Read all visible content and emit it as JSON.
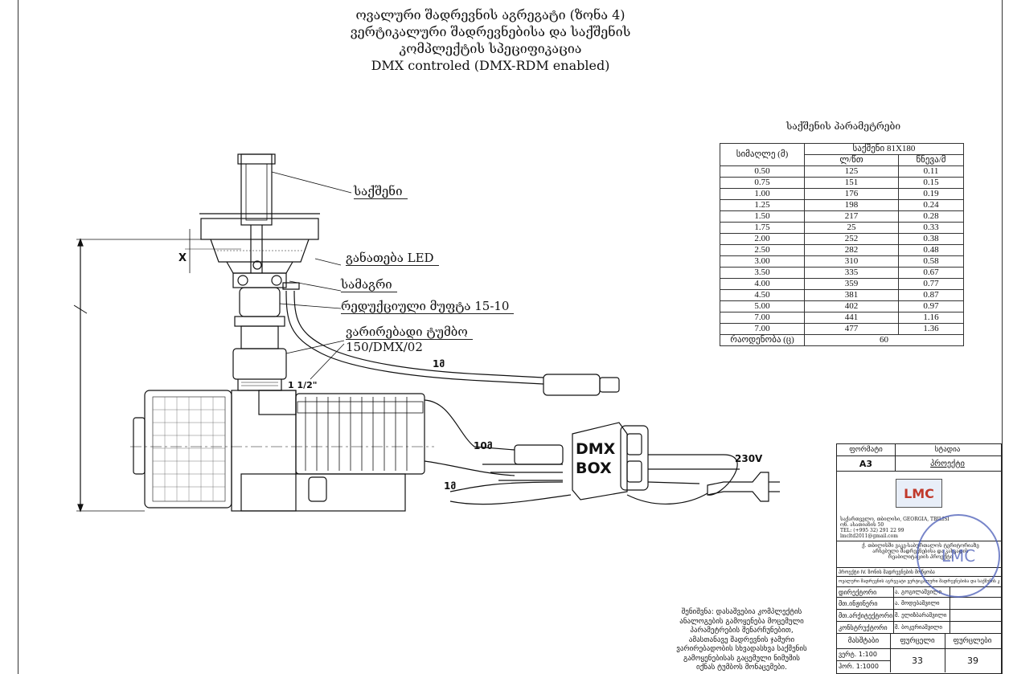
{
  "title_lines": [
    "ოვალური შადრევნის აგრეგატი (ზონა 4)",
    "ვერტიკალური შადრევნებისა და საქშენის",
    "კომპლექტის სპეციფიკაცია",
    "DMX controled (DMX-RDM enabled)"
  ],
  "labels": {
    "nozzle": "საქშენი",
    "led": "განათება LED",
    "bracket": "სამაგრი",
    "reducer": "რედუქციული მუფტა 15-10",
    "pump_line1": "ვარირებადი ტუმბო",
    "pump_line2": "150/DMX/02",
    "x_mark": "X",
    "inch": "1 1/2\"",
    "cable_1m_top": "1მ",
    "cable_10m": "10მ",
    "cable_1m_bottom": "1მ",
    "dmx_box_line1": "DMX",
    "dmx_box_line2": "BOX",
    "voltage": "230V"
  },
  "table": {
    "title": "საქშენის პარამეტრები",
    "col_height": "სიმაღლე (მ)",
    "col_group": "საქშენი 81X180",
    "col_flow": "ლ/წთ",
    "col_pressure": "წნევა/მ",
    "rows": [
      [
        "0.50",
        "125",
        "0.11"
      ],
      [
        "0.75",
        "151",
        "0.15"
      ],
      [
        "1.00",
        "176",
        "0.19"
      ],
      [
        "1.25",
        "198",
        "0.24"
      ],
      [
        "1.50",
        "217",
        "0.28"
      ],
      [
        "1.75",
        "25",
        "0.33"
      ],
      [
        "2.00",
        "252",
        "0.38"
      ],
      [
        "2.50",
        "282",
        "0.48"
      ],
      [
        "3.00",
        "310",
        "0.58"
      ],
      [
        "3.50",
        "335",
        "0.67"
      ],
      [
        "4.00",
        "359",
        "0.77"
      ],
      [
        "4.50",
        "381",
        "0.87"
      ],
      [
        "5.00",
        "402",
        "0.97"
      ],
      [
        "7.00",
        "441",
        "1.16"
      ],
      [
        "7.00",
        "477",
        "1.36"
      ]
    ],
    "qty_label": "რაოდენობა (ც)",
    "qty_value": "60"
  },
  "note_lines": [
    "შენიშვნა: დასაშვებია კომპლექტის",
    "ანალოგების გამოყენება მოცემული",
    "პარამეტრების შენარჩუნებით,",
    "ამასთანავე შადრევნის ჯამური",
    "ვარირებადობის სხვადასხვა საქშენის",
    "გამოყენებისას გაცემული ნიმუშის",
    "იქნას ტუმბოს მონაცემები."
  ],
  "title_block": {
    "format_label": "ფორმატი",
    "stage_label": "სტადია",
    "format_value": "A3",
    "stage_value": "პროექტი",
    "logo": "LMC",
    "company_lines": [
      "საქართველო, თბილისი, GEORGIA, TBILISI",
      "ონ. ასათიანის 50",
      "TEL: (+995 32) 291 22 99",
      "lmcltd2011@gmail.com"
    ],
    "project_lines": [
      "ქ. თბილისში ვაკე-საბურთალოს ტერიტორიაზე",
      "არსებული შადრევნებისა და კასკადის",
      "რეაბილიტაციის პროექტი"
    ],
    "section_line": "პროექტი IV. ზონის შადრევნების მოწყობა",
    "sheet_name": "ოვალური შადრევნის აგრეგატი ვერტიკალური შადრევნებისა და საქშენის კომპლექტის სპეციფიკაცია",
    "director_label": "დირექტორი",
    "director_name": "ა. გოგილაშვილი",
    "engineer_label": "მთ.ინჟინერი",
    "engineer_name": "ა. მოდებაშვილი",
    "architect_label": "მთ.არქიტექტორი",
    "architect_name": "შ. ელიზბარაშვილი",
    "designer_label": "კონსტრუქტორი",
    "designer_name": "შ. ბოკერიაშვილი",
    "scale_label": "მასშტაბი",
    "sheet_label": "ფურცელი",
    "sheets_label": "ფურცლები",
    "scale_v": "ვერტ. 1:100",
    "scale_h": "ჰორ. 1:1000",
    "sheet_value": "33",
    "sheets_value": "39",
    "stamp_text": "LMC"
  }
}
